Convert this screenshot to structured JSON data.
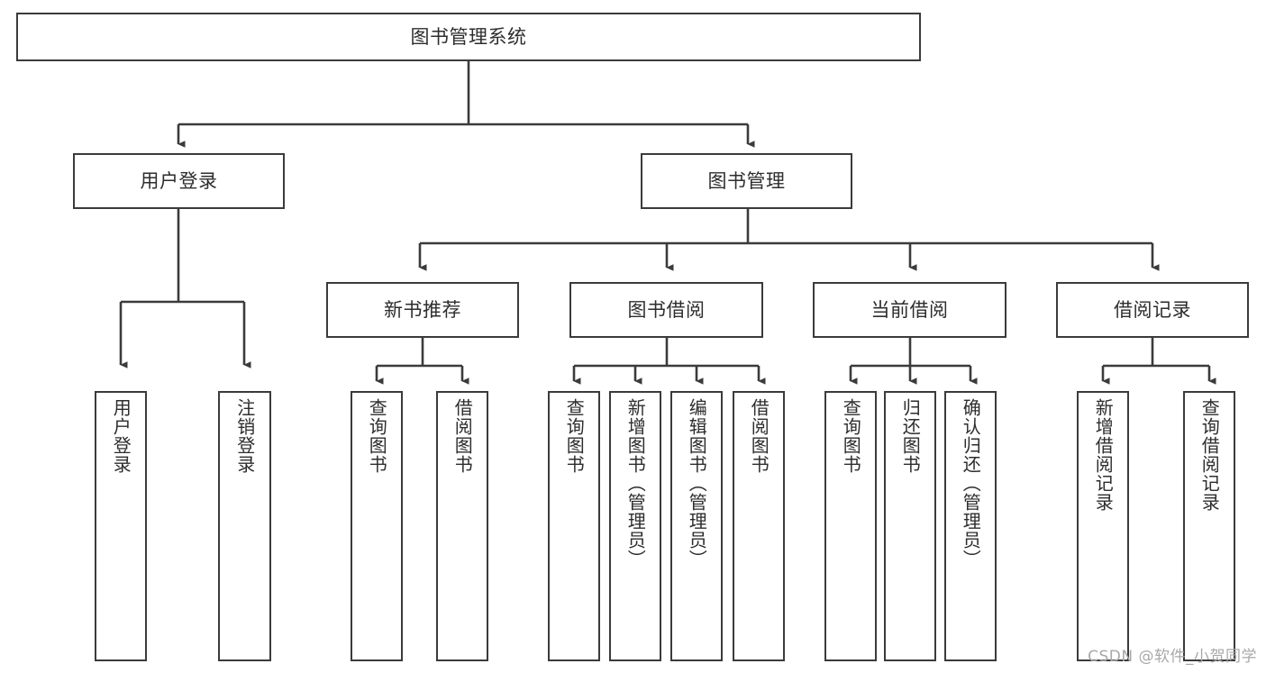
{
  "diagram": {
    "type": "tree-hierarchy-chart",
    "title": "图书管理系统",
    "line_color": "#3b3b3b",
    "box_fill": "#ffffff",
    "text_color": "#2d2d2d",
    "levels": {
      "root": {
        "label": "图书管理系统"
      },
      "level2": [
        {
          "label": "用户登录"
        },
        {
          "label": "图书管理"
        }
      ],
      "level3": [
        {
          "label": "新书推荐"
        },
        {
          "label": "图书借阅"
        },
        {
          "label": "当前借阅"
        },
        {
          "label": "借阅记录"
        }
      ],
      "leaves": {
        "user_login": [
          {
            "label": "用户登录"
          },
          {
            "label": "注销登录"
          }
        ],
        "new_book_recommend": [
          {
            "label": "查询图书"
          },
          {
            "label": "借阅图书"
          }
        ],
        "book_borrow": [
          {
            "label": "查询图书"
          },
          {
            "label": "新增图书（管理员）"
          },
          {
            "label": "编辑图书（管理员）"
          },
          {
            "label": "借阅图书"
          }
        ],
        "current_borrow": [
          {
            "label": "查询图书"
          },
          {
            "label": "归还图书"
          },
          {
            "label": "确认归还（管理员）"
          }
        ],
        "borrow_record": [
          {
            "label": "新增借阅记录"
          },
          {
            "label": "查询借阅记录"
          }
        ]
      }
    }
  },
  "watermark": {
    "text": "CSDN @软件_小贺同学"
  }
}
